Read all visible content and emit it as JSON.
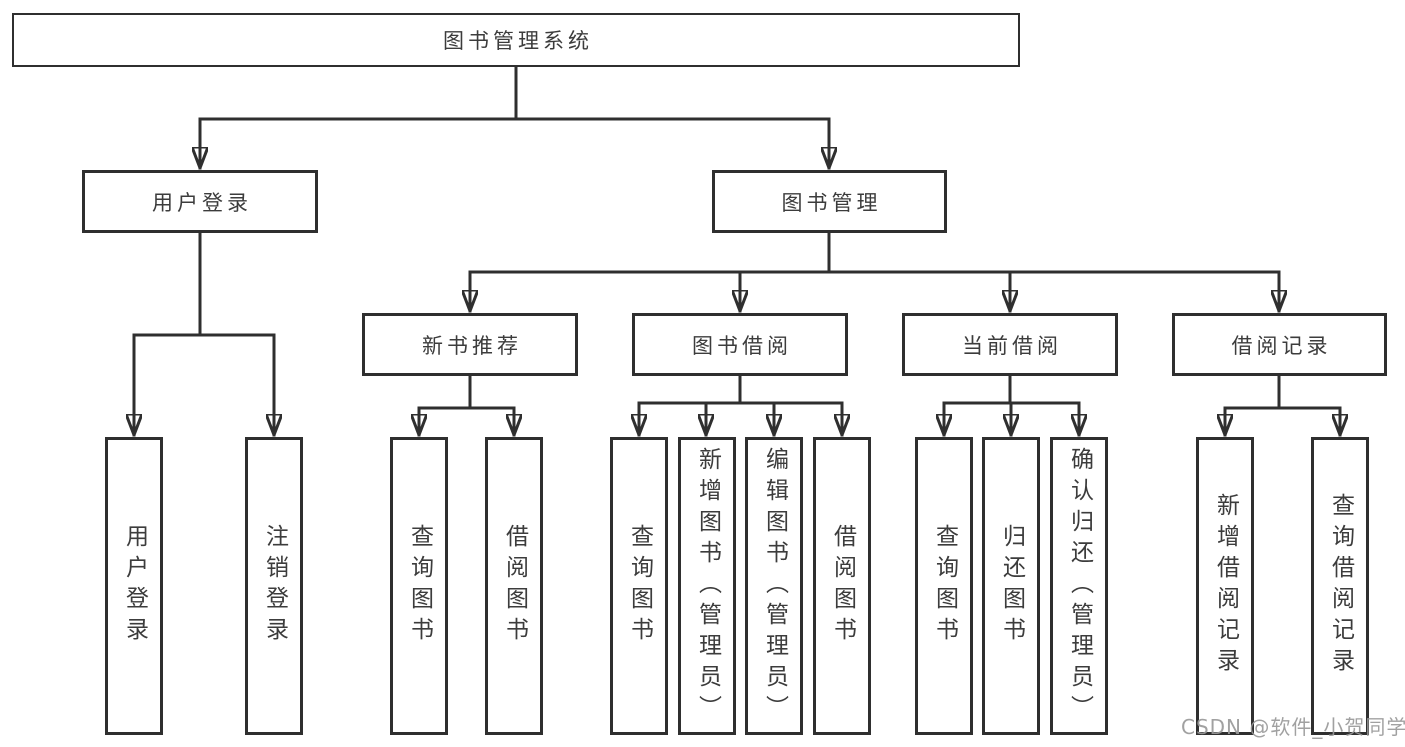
{
  "diagram": {
    "root": {
      "label": "图书管理系统"
    },
    "level2": [
      {
        "id": "user-login",
        "label": "用户登录"
      },
      {
        "id": "book-management",
        "label": "图书管理"
      }
    ],
    "level3": [
      {
        "id": "new-book-recommendation",
        "label": "新书推荐",
        "parent": "图书管理"
      },
      {
        "id": "book-borrowing",
        "label": "图书借阅",
        "parent": "图书管理"
      },
      {
        "id": "current-borrowing",
        "label": "当前借阅",
        "parent": "图书管理"
      },
      {
        "id": "borrowing-records",
        "label": "借阅记录",
        "parent": "图书管理"
      }
    ],
    "level4": [
      {
        "id": "user-login-action",
        "label": "用户登录",
        "parent": "用户登录"
      },
      {
        "id": "logout",
        "label": "注销登录",
        "parent": "用户登录"
      },
      {
        "id": "query-books-recommend",
        "label": "查询图书",
        "parent": "新书推荐"
      },
      {
        "id": "borrow-books-recommend",
        "label": "借阅图书",
        "parent": "新书推荐"
      },
      {
        "id": "query-books-borrow",
        "label": "查询图书",
        "parent": "图书借阅"
      },
      {
        "id": "add-books-admin",
        "label": "新增图书（管理员）",
        "parent": "图书借阅"
      },
      {
        "id": "edit-books-admin",
        "label": "编辑图书（管理员）",
        "parent": "图书借阅"
      },
      {
        "id": "borrow-books",
        "label": "借阅图书",
        "parent": "图书借阅"
      },
      {
        "id": "query-books-current",
        "label": "查询图书",
        "parent": "当前借阅"
      },
      {
        "id": "return-books",
        "label": "归还图书",
        "parent": "当前借阅"
      },
      {
        "id": "confirm-return-admin",
        "label": "确认归还（管理员）",
        "parent": "当前借阅"
      },
      {
        "id": "add-borrow-record",
        "label": "新增借阅记录",
        "parent": "借阅记录"
      },
      {
        "id": "query-borrow-record",
        "label": "查询借阅记录",
        "parent": "借阅记录"
      }
    ]
  },
  "watermark": {
    "text": "CSDN @软件_小贺同学"
  },
  "colors": {
    "line": "#2f2f2f",
    "text": "#3c3c3c",
    "background": "#ffffff",
    "watermark": "#9a9a9a"
  }
}
